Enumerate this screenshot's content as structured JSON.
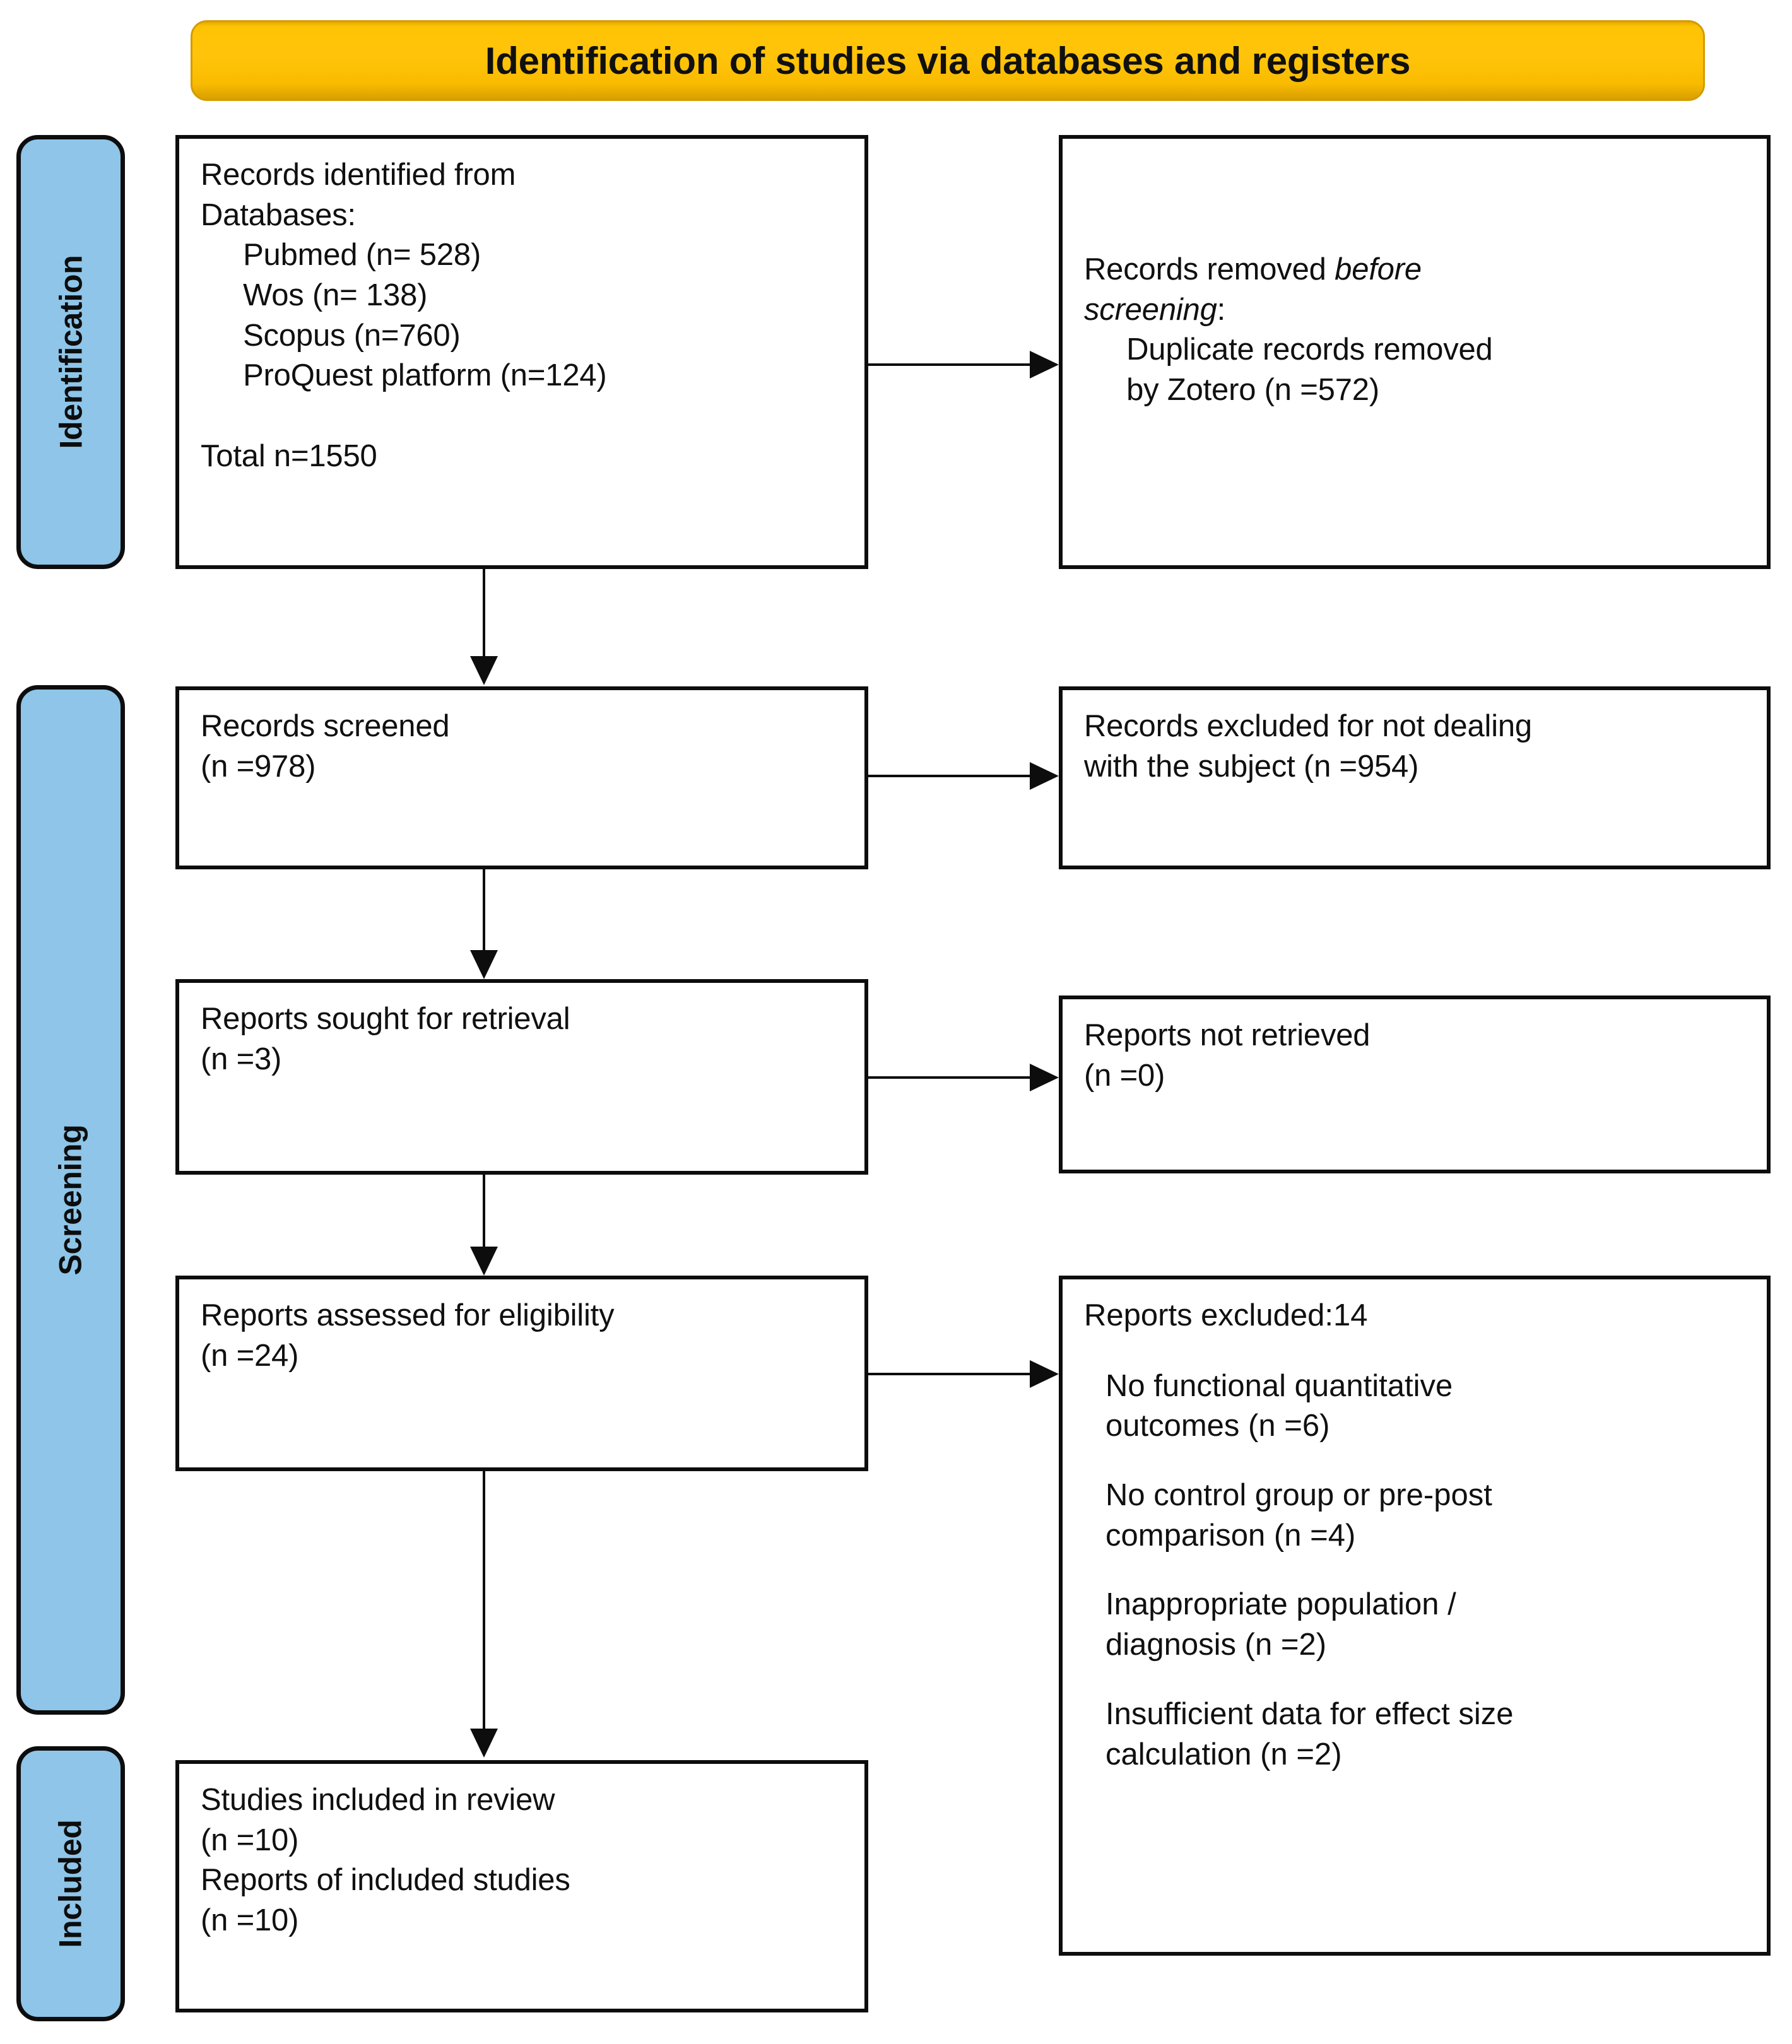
{
  "banner": {
    "title": "Identification of studies via databases and registers",
    "color": "#FFC40A"
  },
  "stages": [
    {
      "id": "identification",
      "label": "Identification",
      "color": "#8EC5E8"
    },
    {
      "id": "screening",
      "label": "Screening",
      "color": "#8EC5E8"
    },
    {
      "id": "included",
      "label": "Included",
      "color": "#8EC5E8"
    }
  ],
  "boxes": {
    "identified": {
      "text": "Records identified from\nDatabases:\n     Pubmed (n= 528)\n     Wos (n= 138)\n     Scopus (n=760)\n     ProQuest platform (n=124)\n\nTotal n=1550"
    },
    "removed": {
      "line1a": "Records removed ",
      "line1b": "before",
      "line2a": "screening",
      "line2b": ":",
      "line3": "     Duplicate records removed\n     by Zotero (n =572)"
    },
    "screened": {
      "text": "Records screened\n(n =978)"
    },
    "excluded_subject": {
      "text": "Records excluded for not dealing\nwith the subject (n =954)"
    },
    "sought": {
      "text": "Reports sought for retrieval\n(n =3)"
    },
    "not_retrieved": {
      "text": "Reports not retrieved\n(n =0)"
    },
    "assessed": {
      "text": "Reports assessed for eligibility\n(n =24)"
    },
    "reports_excluded": {
      "heading": "Reports excluded:14",
      "items": [
        "No functional quantitative\noutcomes (n =6)",
        "No control group or pre-post\ncomparison (n =4)",
        "Inappropriate population /\ndiagnosis (n =2)",
        "Insufficient data for effect size\ncalculation (n =2)"
      ]
    },
    "included": {
      "text": "Studies included in review\n(n =10)\nReports of included studies\n(n =10)"
    }
  },
  "chart_data": {
    "type": "diagram",
    "title": "Identification of studies via databases and registers",
    "nodes": [
      {
        "stage": "Identification",
        "label": "Records identified from Databases",
        "total": 1550,
        "sources": [
          {
            "name": "Pubmed",
            "n": 528
          },
          {
            "name": "Wos",
            "n": 138
          },
          {
            "name": "Scopus",
            "n": 760
          },
          {
            "name": "ProQuest platform",
            "n": 124
          }
        ]
      },
      {
        "stage": "Identification",
        "label": "Records removed before screening: Duplicate records removed by Zotero",
        "n": 572
      },
      {
        "stage": "Screening",
        "label": "Records screened",
        "n": 978
      },
      {
        "stage": "Screening",
        "label": "Records excluded for not dealing with the subject",
        "n": 954
      },
      {
        "stage": "Screening",
        "label": "Reports sought for retrieval",
        "n": 3
      },
      {
        "stage": "Screening",
        "label": "Reports not retrieved",
        "n": 0
      },
      {
        "stage": "Screening",
        "label": "Reports assessed for eligibility",
        "n": 24
      },
      {
        "stage": "Screening",
        "label": "Reports excluded",
        "n": 14,
        "reasons": [
          {
            "reason": "No functional quantitative outcomes",
            "n": 6
          },
          {
            "reason": "No control group or pre-post comparison",
            "n": 4
          },
          {
            "reason": "Inappropriate population / diagnosis",
            "n": 2
          },
          {
            "reason": "Insufficient data for effect size calculation",
            "n": 2
          }
        ]
      },
      {
        "stage": "Included",
        "label": "Studies included in review",
        "n": 10
      },
      {
        "stage": "Included",
        "label": "Reports of included studies",
        "n": 10
      }
    ]
  }
}
